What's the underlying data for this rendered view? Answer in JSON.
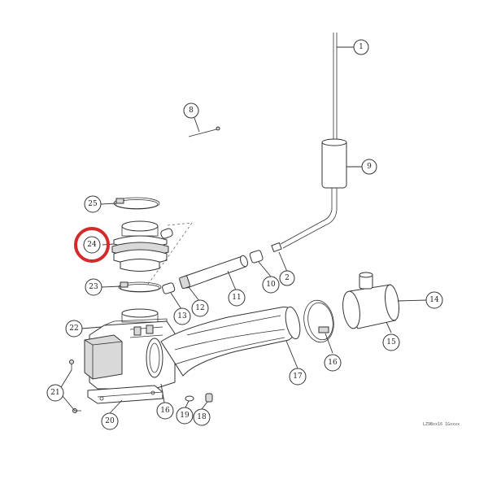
{
  "callouts": [
    {
      "label": "1"
    },
    {
      "label": "2"
    },
    {
      "label": "8"
    },
    {
      "label": "9"
    },
    {
      "label": "10"
    },
    {
      "label": "11"
    },
    {
      "label": "12"
    },
    {
      "label": "13"
    },
    {
      "label": "14"
    },
    {
      "label": "15"
    },
    {
      "label": "16"
    },
    {
      "label": "16"
    },
    {
      "label": "17"
    },
    {
      "label": "18"
    },
    {
      "label": "19"
    },
    {
      "label": "20"
    },
    {
      "label": "21"
    },
    {
      "label": "22"
    },
    {
      "label": "23"
    },
    {
      "label": "24"
    },
    {
      "label": "25"
    }
  ],
  "highlight": {
    "label": "24",
    "color": "#d42a2a"
  },
  "drawing_ref": "LZ9Bxx16 1Gxxxx"
}
